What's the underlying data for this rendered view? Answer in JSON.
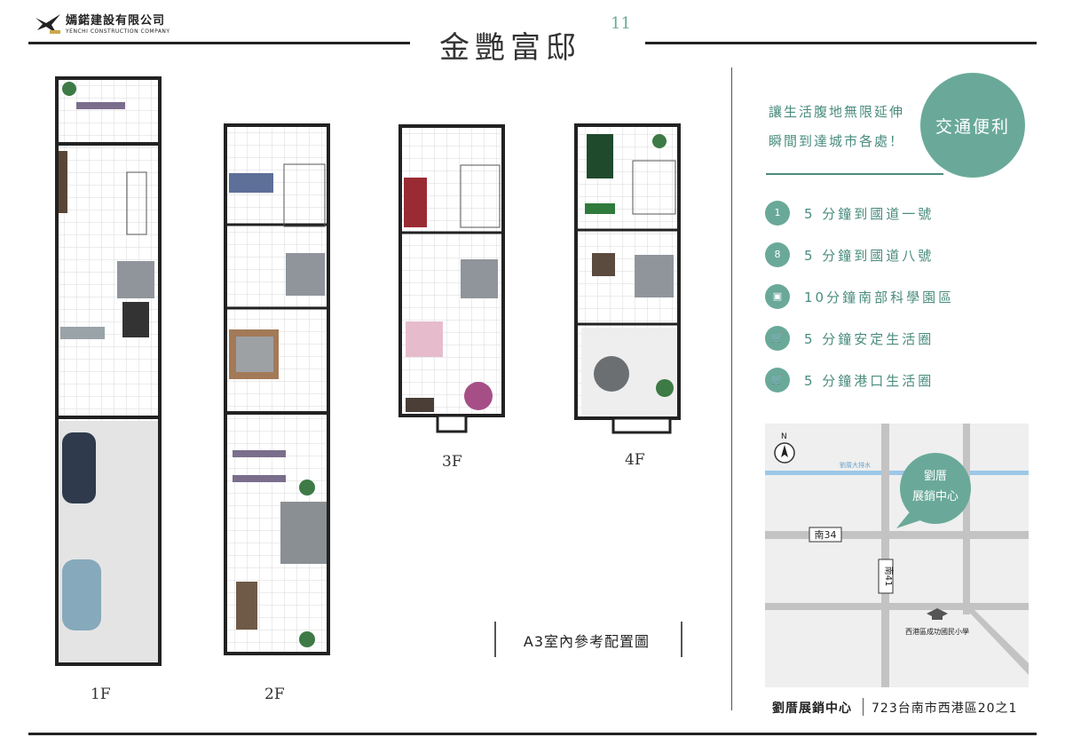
{
  "header": {
    "company_cn": "嫣鍩建設有限公司",
    "company_en": "YENCHI CONSTRUCTION COMPANY",
    "title": "金艷富邸",
    "page_number": "11"
  },
  "floors": [
    {
      "label": "1F"
    },
    {
      "label": "2F"
    },
    {
      "label": "3F"
    },
    {
      "label": "4F"
    }
  ],
  "caption": "A3室內參考配置圖",
  "right_panel": {
    "tagline_line1": "讓生活腹地無限延伸",
    "tagline_line2": "瞬間到達城市各處！",
    "bubble_text": "交通便利",
    "features": [
      {
        "icon": "1",
        "icon_name": "highway-1-icon",
        "text": "5 分鐘到國道一號"
      },
      {
        "icon": "8",
        "icon_name": "highway-8-icon",
        "text": "5 分鐘到國道八號"
      },
      {
        "icon": "▣",
        "icon_name": "briefcase-icon",
        "text": "10分鐘南部科學園區"
      },
      {
        "icon": "🛒",
        "icon_name": "cart-icon",
        "text": "5 分鐘安定生活圈"
      },
      {
        "icon": "🛒",
        "icon_name": "cart-icon",
        "text": "5 分鐘港口生活圈"
      }
    ]
  },
  "map": {
    "north": "N",
    "river": "劉厝大排水",
    "pin_line1": "劉厝",
    "pin_line2": "展銷中心",
    "road_1": "南34",
    "road_2": "南41",
    "school": "西港區成功國民小學"
  },
  "footer": {
    "center_name": "劉厝展銷中心",
    "address": "723台南市西港區20之1"
  },
  "colors": {
    "accent": "#6aa999",
    "accent_text": "#4a8c7e",
    "rule": "#222222"
  }
}
